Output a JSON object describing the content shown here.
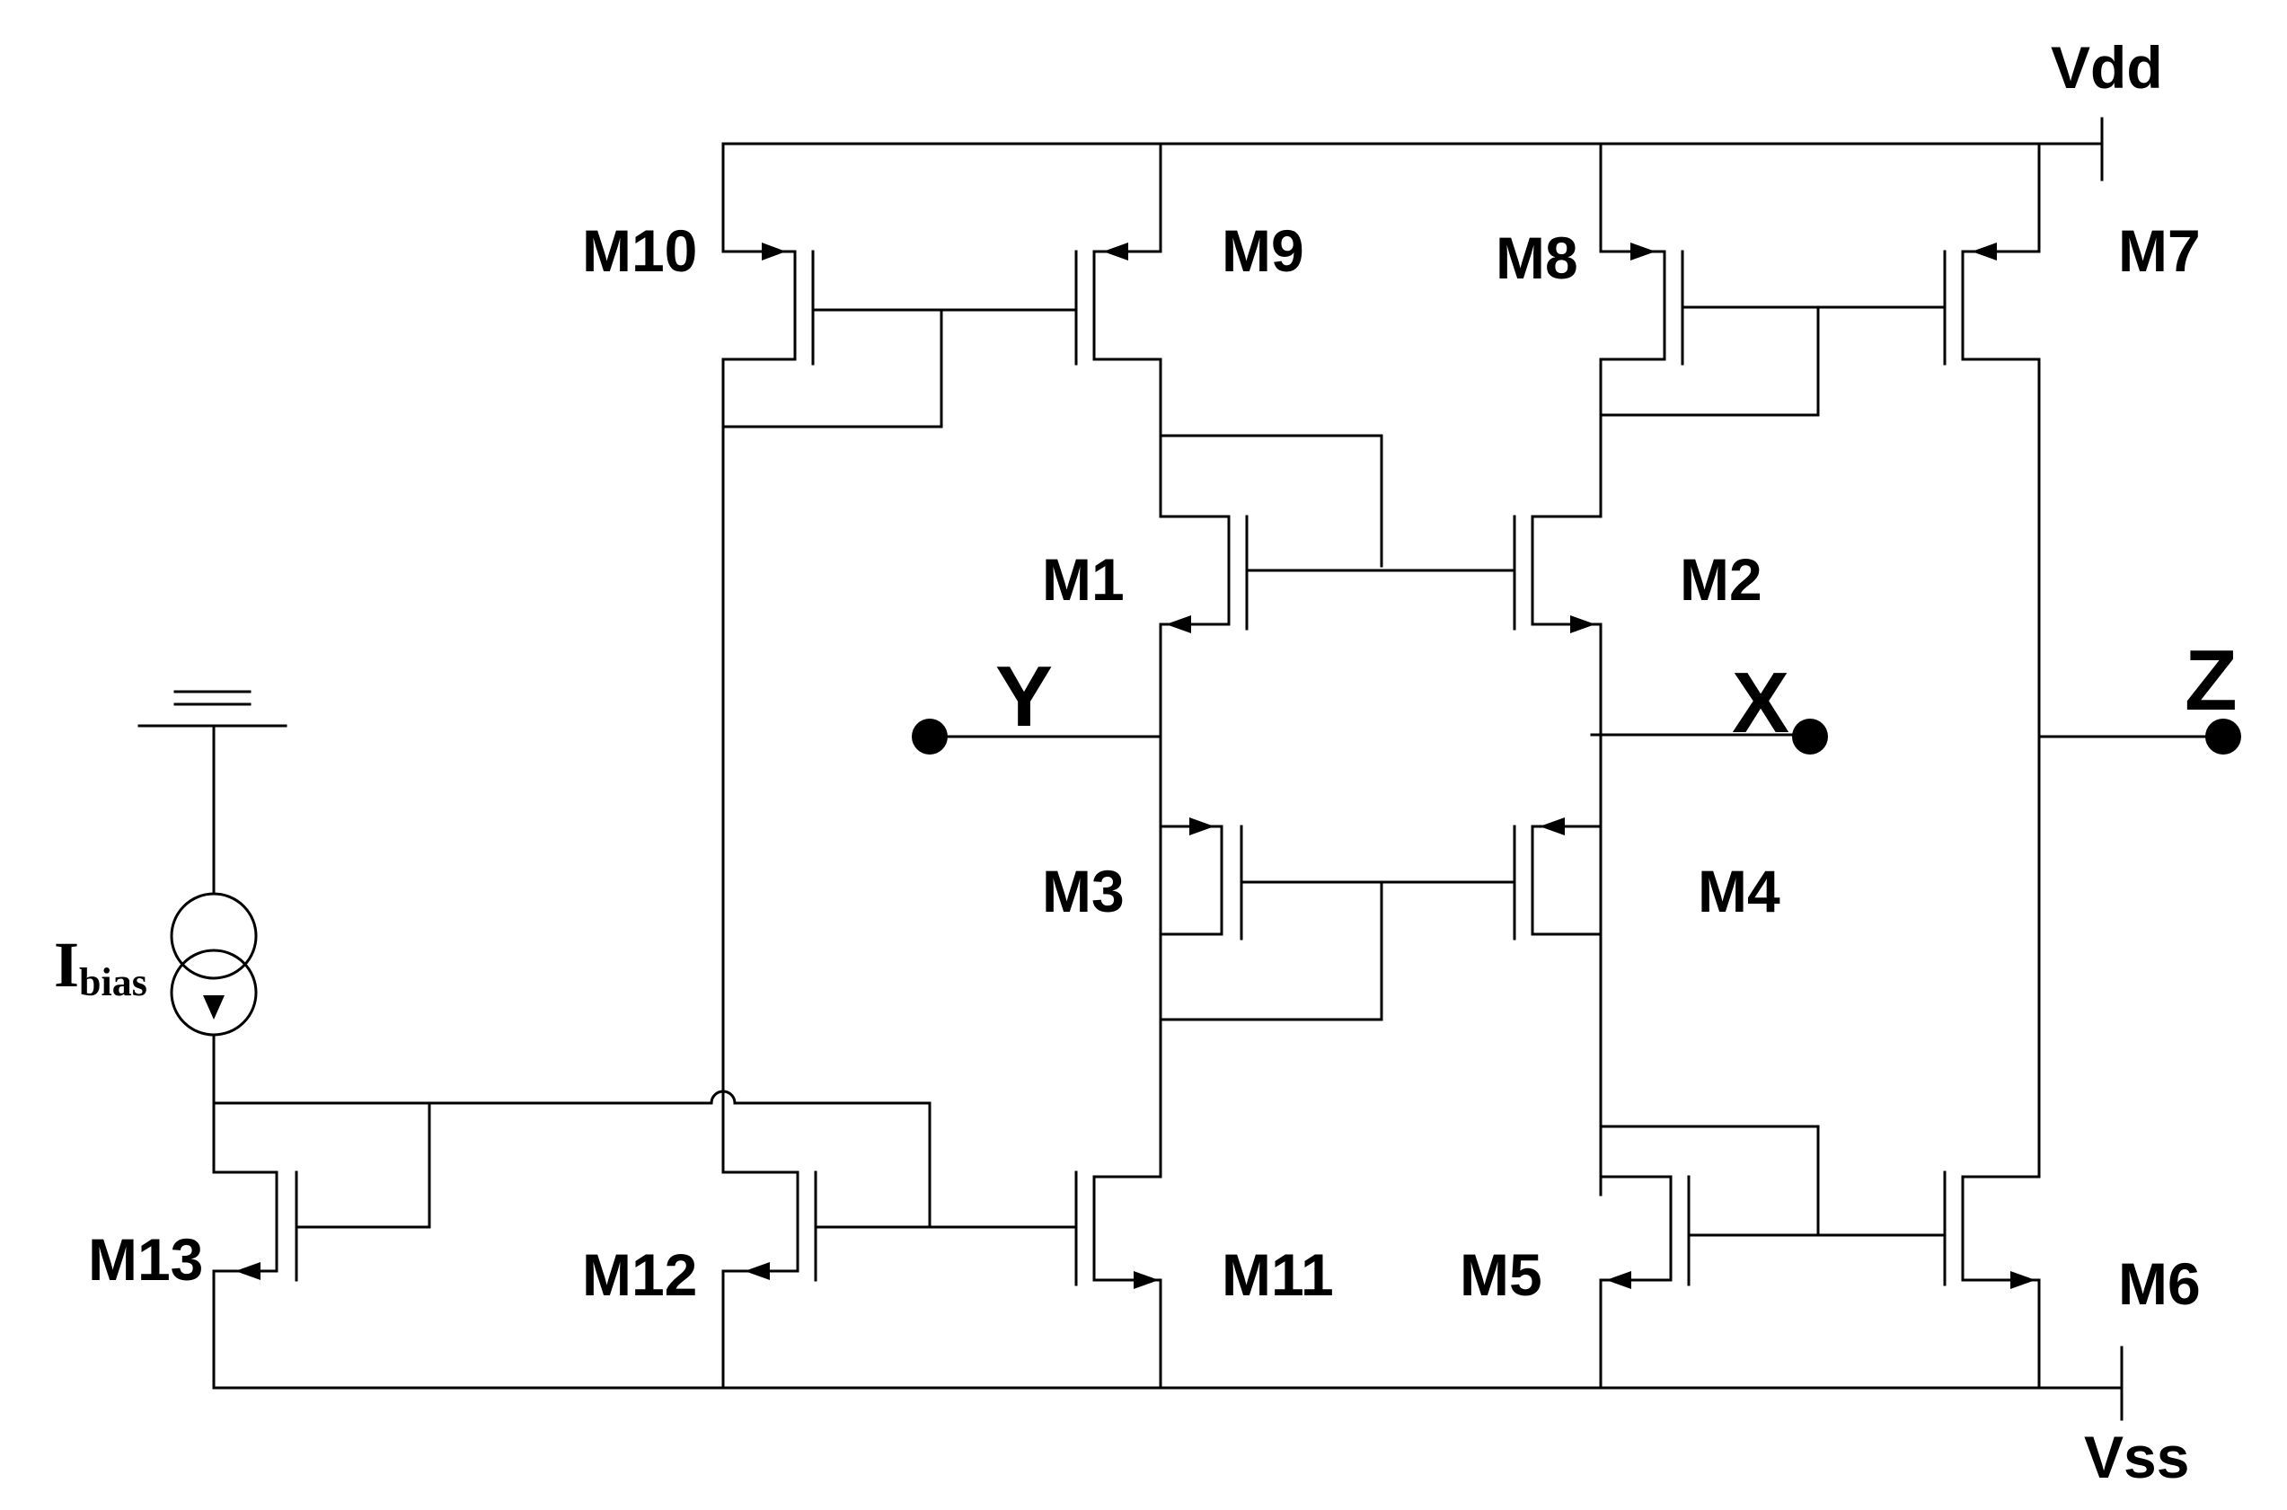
{
  "rails": {
    "vdd": "Vdd",
    "vss": "Vss"
  },
  "transistors": [
    "M1",
    "M2",
    "M3",
    "M4",
    "M5",
    "M6",
    "M7",
    "M8",
    "M9",
    "M10",
    "M11",
    "M12",
    "M13"
  ],
  "nodes": {
    "y": "Y",
    "x": "X",
    "z": "Z"
  },
  "bias": {
    "main": "I",
    "sub": "bias"
  }
}
